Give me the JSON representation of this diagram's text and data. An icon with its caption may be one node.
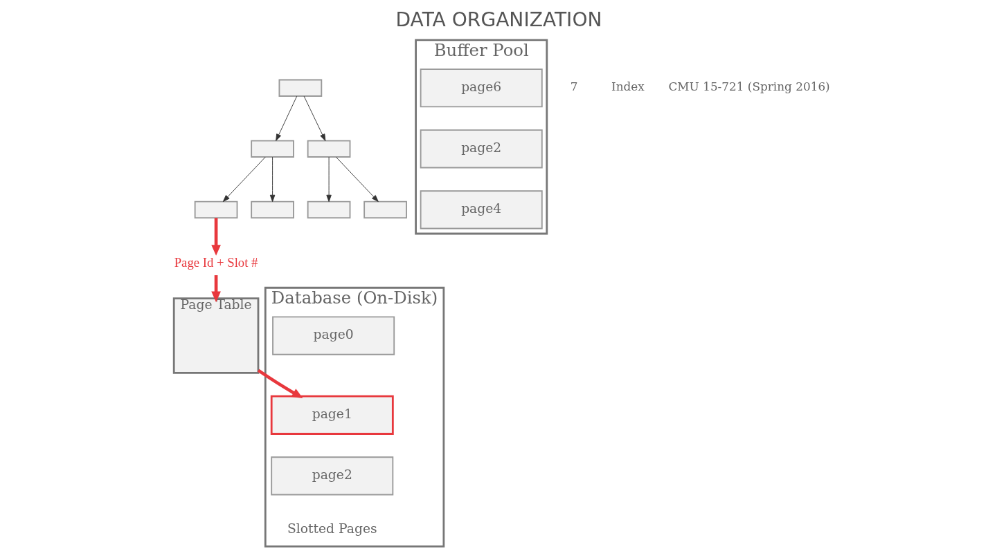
{
  "diagram": {
    "title": "DATA ORGANIZATION",
    "nodes": [
      {
        "text": [],
        "shape": "box"
      },
      {
        "text": [],
        "shape": "box"
      },
      {
        "text": [],
        "shape": "box"
      },
      {
        "text": [],
        "shape": "box"
      },
      {
        "text": [],
        "shape": "box"
      },
      {
        "text": [],
        "shape": "box"
      },
      {
        "text": [],
        "shape": "box"
      },
      {
        "text": [
          "Page Id + Slot #"
        ]
      },
      {
        "text": [
          "Page Table"
        ]
      },
      {
        "text": [
          "Buffer Pool"
        ]
      },
      {
        "text": [
          "page6"
        ],
        "in": 9
      },
      {
        "text": [
          "page2"
        ],
        "in": 9
      },
      {
        "text": [
          "page4"
        ],
        "in": 9
      },
      {
        "text": [
          "Database (On-Disk)"
        ],
        "beside": [
          "Slotted Pages"
        ]
      },
      {
        "text": [
          "page0"
        ],
        "in": 13
      },
      {
        "text": [
          "page1"
        ],
        "in": 13
      },
      {
        "text": [
          "page2"
        ],
        "in": 13
      }
    ],
    "edges": [
      {
        "from": 0,
        "to": 1,
        "arrow": "to"
      },
      {
        "from": 0,
        "to": 2,
        "arrow": "to"
      },
      {
        "from": 1,
        "to": 3,
        "arrow": "to"
      },
      {
        "from": 1,
        "to": 4,
        "arrow": "to"
      },
      {
        "from": 2,
        "to": 5,
        "arrow": "to"
      },
      {
        "from": 2,
        "to": 6,
        "arrow": "to"
      },
      {
        "from": 3,
        "to": 7,
        "arrow": "to",
        "style": "thick",
        "color": "#e8383d"
      },
      {
        "from": 7,
        "to": 8,
        "arrow": "to",
        "style": "thick",
        "color": "#e8383d"
      },
      {
        "from": 8,
        "to": 15,
        "arrow": "to",
        "style": "thick",
        "color": "#e8383d"
      }
    ],
    "labels": [
      "7",
      "Index",
      "CMU 15-721 (Spring 2016)"
    ]
  }
}
